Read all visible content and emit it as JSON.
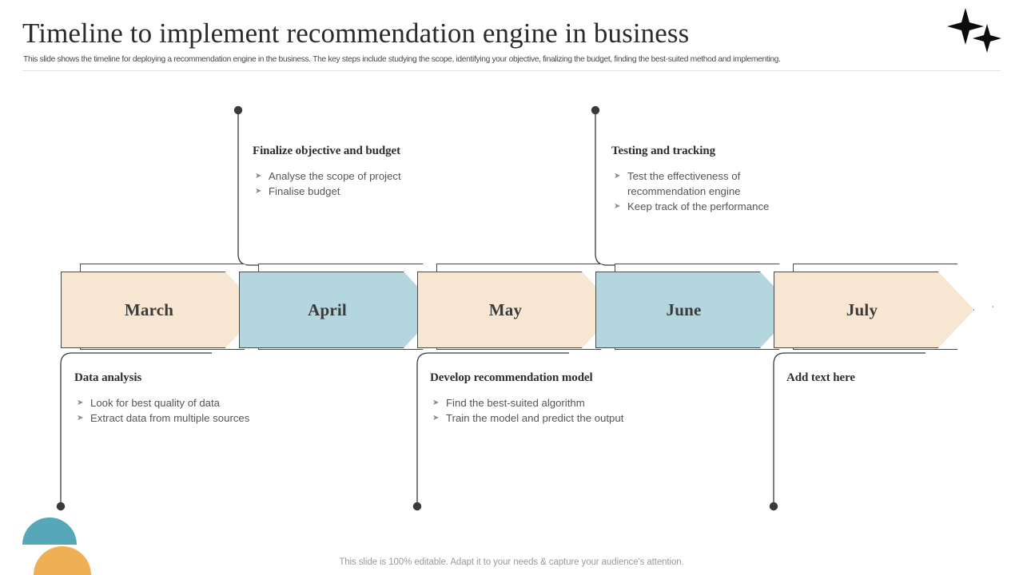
{
  "header": {
    "title": "Timeline to implement recommendation engine in business",
    "subtitle": "This slide shows the timeline for deploying a recommendation engine in the business. The key steps include studying the scope, identifying your objective, finalizing the budget, finding the best-suited method and implementing.",
    "logo_icon": "sparkle-stars-icon"
  },
  "colors": {
    "peach": "#F7E6D1",
    "blue": "#B4D6DF",
    "outline": "#4A4A4A",
    "deco_teal": "#56A7B8",
    "deco_orange": "#EFB055",
    "text_dark": "#2E2E2E",
    "text_body": "#555555"
  },
  "timeline": {
    "milestones": [
      {
        "label": "March",
        "color": "#F7E6D1"
      },
      {
        "label": "April",
        "color": "#B4D6DF"
      },
      {
        "label": "May",
        "color": "#F7E6D1"
      },
      {
        "label": "June",
        "color": "#B4D6DF"
      },
      {
        "label": "July",
        "color": "#F7E6D1"
      }
    ]
  },
  "callouts": {
    "top": [
      {
        "title": "Finalize objective and budget",
        "items": [
          "Analyse the scope of project",
          "Finalise budget"
        ],
        "bullet_icon": "chevron-right-bullet-icon"
      },
      {
        "title": "Testing and tracking",
        "items": [
          "Test the effectiveness of recommendation engine",
          "Keep track of the performance"
        ],
        "bullet_icon": "chevron-right-bullet-icon"
      }
    ],
    "bottom": [
      {
        "title": "Data analysis",
        "items": [
          "Look for best quality of data",
          "Extract data from multiple sources"
        ],
        "bullet_icon": "chevron-right-bullet-icon"
      },
      {
        "title": "Develop recommendation model",
        "items": [
          "Find the best-suited algorithm",
          "Train the model and predict the output"
        ],
        "bullet_icon": "chevron-right-bullet-icon"
      },
      {
        "title": "Add text here",
        "items": [],
        "bullet_icon": "chevron-right-bullet-icon"
      }
    ]
  },
  "footer": {
    "note": "This slide is 100% editable. Adapt it to your needs & capture your audience's attention."
  }
}
